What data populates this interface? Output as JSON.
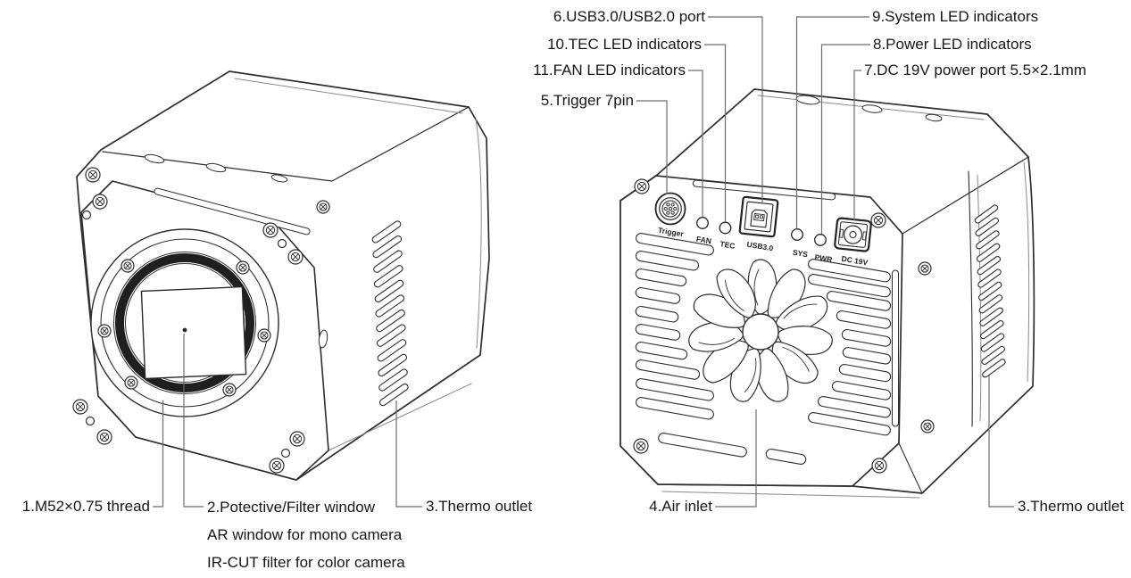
{
  "figure": {
    "background": "#ffffff",
    "line_color": "#2e2e2e",
    "label_color": "#161616",
    "callouts": {
      "usb": {
        "text": "6.USB3.0/USB2.0 port"
      },
      "tec": {
        "text": "10.TEC LED indicators"
      },
      "fan": {
        "text": "11.FAN LED indicators"
      },
      "trigger": {
        "text": "5.Trigger 7pin"
      },
      "sys": {
        "text": "9.System LED indicators"
      },
      "pwr": {
        "text": "8.Power LED indicators"
      },
      "dc": {
        "text": "7.DC 19V power port 5.5×2.1mm"
      },
      "thread": {
        "text": "1.M52×0.75 thread"
      },
      "window": {
        "text": "2.Potective/Filter window",
        "note_mono": "AR window for mono camera",
        "note_color": "IR-CUT filter for color camera"
      },
      "thermo_left": {
        "text": "3.Thermo outlet"
      },
      "air": {
        "text": "4.Air inlet"
      },
      "thermo_right": {
        "text": "3.Thermo outlet"
      }
    },
    "panel": {
      "trigger": "Trigger",
      "fan": "FAN",
      "tec": "TEC",
      "usb": "USB3.0",
      "sys": "SYS",
      "pwr": "PWR",
      "dc": "DC 19V"
    }
  }
}
